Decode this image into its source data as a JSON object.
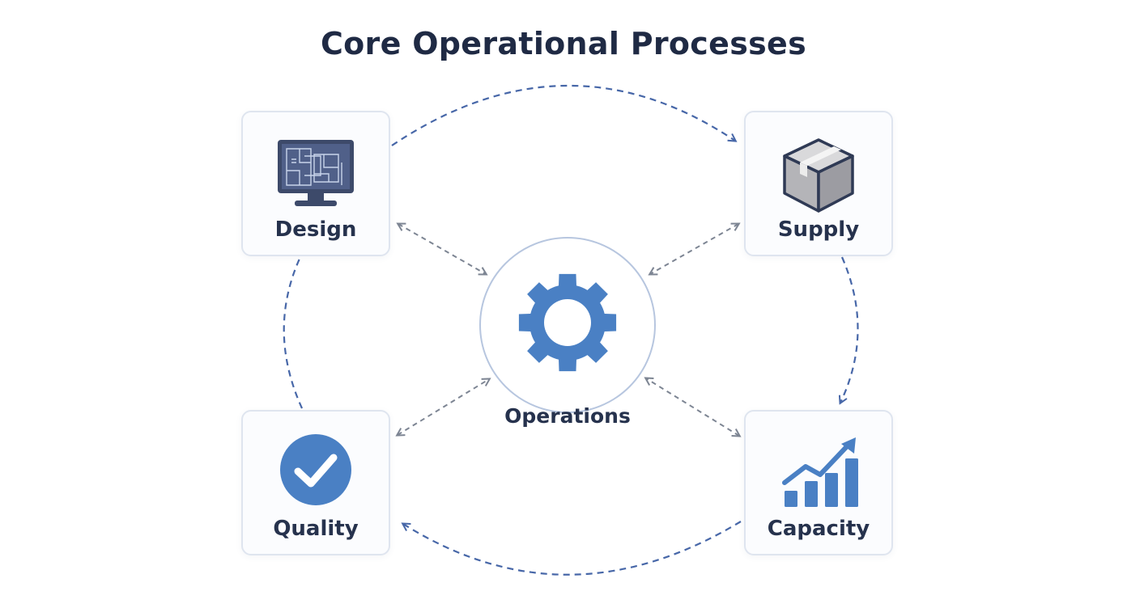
{
  "title": "Core Operational Processes",
  "nodes": {
    "design": {
      "label": "Design",
      "icon": "blueprint-monitor-icon"
    },
    "supply": {
      "label": "Supply",
      "icon": "box-icon"
    },
    "quality": {
      "label": "Quality",
      "icon": "check-circle-icon"
    },
    "capacity": {
      "label": "Capacity",
      "icon": "growth-chart-icon"
    },
    "operations": {
      "label": "Operations",
      "icon": "gear-icon"
    }
  },
  "colors": {
    "accent": "#4a80c4",
    "dark": "#3d4a6a",
    "text": "#26324d",
    "cycle_arrow": "#4767a8",
    "spoke_arrow": "#7d8593"
  }
}
